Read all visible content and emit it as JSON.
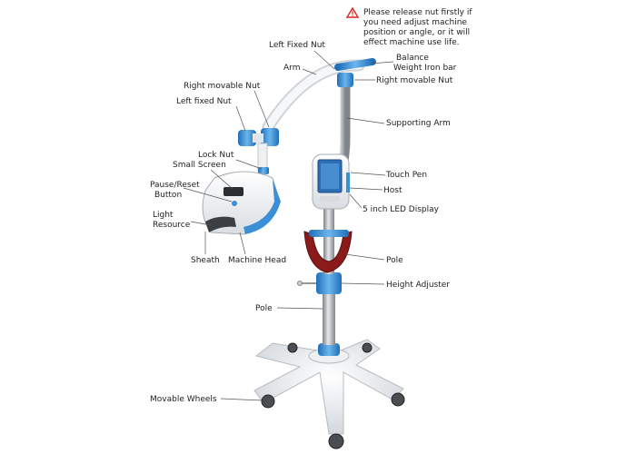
{
  "warning": {
    "icon": "warning-triangle-icon",
    "lines": [
      "Please release nut firstly if",
      "you need adjust machine",
      "position or angle, or it will",
      "effect machine use life."
    ]
  },
  "labels": {
    "left_fixed_nut_top": "Left Fixed Nut",
    "arm": "Arm",
    "balance_line1": "Balance",
    "balance_line2": "Weight Iron bar",
    "right_movable_nut_top": "Right movable Nut",
    "right_movable_nut_left": "Right movable Nut",
    "left_fixed_nut_left": "Left fixed Nut",
    "supporting_arm": "Supporting Arm",
    "lock_nut": "Lock Nut",
    "small_screen": "Small Screen",
    "touch_pen": "Touch Pen",
    "pause_reset_line1": "Pause/Reset",
    "pause_reset_line2": "Button",
    "host": "Host",
    "five_inch_display": "5 inch LED Display",
    "light_line1": "Light",
    "light_line2": "Resource",
    "sheath": "Sheath",
    "machine_head": "Machine Head",
    "pole_right": "Pole",
    "height_adjuster": "Height Adjuster",
    "pole_left": "Pole",
    "movable_wheels": "Movable Wheels"
  },
  "colors": {
    "accent_blue": "#3a8fd6",
    "body_white": "#f4f6f8",
    "chrome": "#a9adb2",
    "red_guard": "#8b1a1a",
    "warning_red": "#d22"
  }
}
